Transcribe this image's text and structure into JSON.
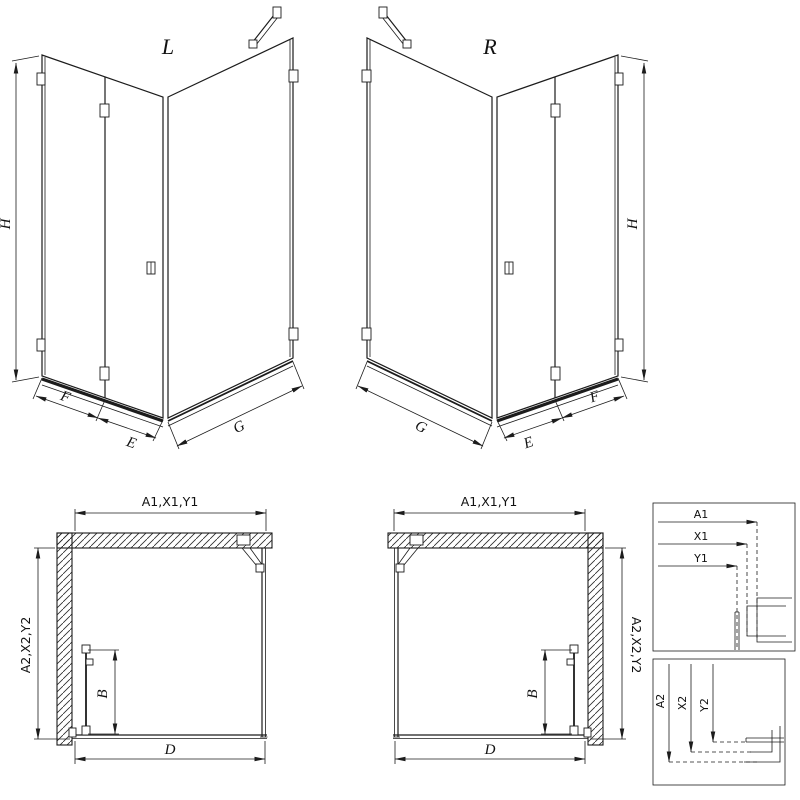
{
  "iso_left": {
    "variant": "L",
    "h": "H",
    "f": "F",
    "e": "E",
    "g": "G"
  },
  "iso_right": {
    "variant": "R",
    "h": "H",
    "f": "F",
    "e": "E",
    "g": "G"
  },
  "plan_left": {
    "top": "A1,X1,Y1",
    "side": "A2,X2,Y2",
    "b": "B",
    "d": "D"
  },
  "plan_right": {
    "top": "A1,X1,Y1",
    "side": "A2,X2,Y2",
    "b": "B",
    "d": "D"
  },
  "detail_top": {
    "a": "A1",
    "x": "X1",
    "y": "Y1"
  },
  "detail_bottom": {
    "a": "A2",
    "x": "X2",
    "y": "Y2"
  }
}
